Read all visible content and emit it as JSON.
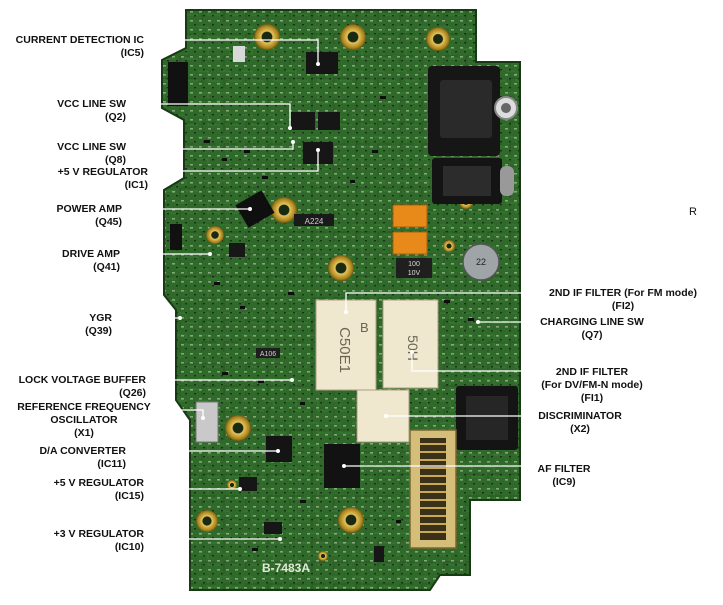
{
  "board": {
    "silkscreen_id": "B-7483A",
    "chip_marks": {
      "ic_a106": "A106",
      "filter_fi2_line1": "C50E1",
      "filter_fi2_line2": "B",
      "filter_fi1": "50H",
      "capacitor_top": "100",
      "capacitor_bottom": "10V",
      "cap_large": "22",
      "ic_a224": "A224"
    }
  },
  "callouts_left": [
    {
      "name": "CURRENT DETECTION IC",
      "ref": "(IC5)"
    },
    {
      "name": "VCC LINE SW",
      "ref": "(Q2)"
    },
    {
      "name": "VCC LINE SW",
      "ref": "(Q8)"
    },
    {
      "name": "+5 V REGULATOR",
      "ref": "(IC1)"
    },
    {
      "name": "POWER AMP",
      "ref": "(Q45)"
    },
    {
      "name": "DRIVE AMP",
      "ref": "(Q41)"
    },
    {
      "name": "YGR",
      "ref": "(Q39)"
    },
    {
      "name": "LOCK VOLTAGE BUFFER",
      "ref": "(Q26)"
    },
    {
      "name": "REFERENCE FREQUENCY",
      "name2": "OSCILLATOR",
      "ref": "(X1)"
    },
    {
      "name": "D/A CONVERTER",
      "ref": "(IC11)"
    },
    {
      "name": "+5 V REGULATOR",
      "ref": "(IC15)"
    },
    {
      "name": "+3 V REGULATOR",
      "ref": "(IC10)"
    }
  ],
  "callouts_right": [
    {
      "name": "2ND IF FILTER (For FM mode)",
      "ref": "(FI2)"
    },
    {
      "name": "CHARGING LINE SW",
      "ref": "(Q7)"
    },
    {
      "name": "2ND IF FILTER",
      "name2": "(For DV/FM-N mode)",
      "ref": "(FI1)"
    },
    {
      "name": "DISCRIMINATOR",
      "ref": "(X2)"
    },
    {
      "name": "AF FILTER",
      "ref": "(IC9)"
    }
  ],
  "stray_mark": "R",
  "colors": {
    "pcb": "#2f6a2a",
    "pcb_dark": "#1f4a1c",
    "gold": "#c9a23a",
    "orange": "#e88a1a",
    "cream": "#efe8cf",
    "connector": "#b89c5a",
    "leader": "#ffffff"
  }
}
